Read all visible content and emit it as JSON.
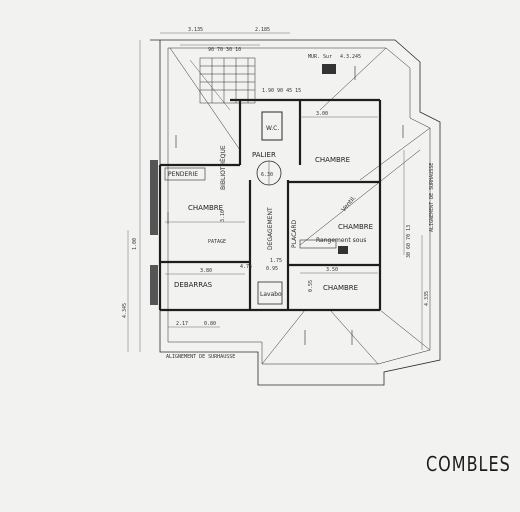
{
  "sheet_title": "COMBLES",
  "rooms": {
    "palier": "PALIER",
    "chambre_nw": "CHAMBRE",
    "chambre_w": "CHAMBRE",
    "chambre_e": "CHAMBRE",
    "chambre_se": "CHAMBRE",
    "debarras": "DEBARRAS",
    "degagement": "DEGAGEMENT",
    "wc": "W.C.",
    "penderie": "PENDERIE",
    "placard": "PLACARD",
    "bibliotheque": "BIBLIOTHÈQUE",
    "rangement_sous": "Rangement sous",
    "lavabo": "Lavabo",
    "ventil": "Ventil."
  },
  "notes": {
    "top_mur": "MUR. Sur",
    "top_right_dim": "4.3.245",
    "alignement_right": "ALIGNEMENT DE SURHAUSSE",
    "alignement_bottom": "ALIGNEMENT DE SURHAUSSE",
    "patage": "PATAGE",
    "rotonde": "6.30"
  },
  "dimensions": {
    "top_left": "3.135",
    "top_mid": "2.185",
    "left_total": "4.345",
    "right_total": "4.335",
    "chambre_nw_w": "3.10",
    "chambre_e_w": "3.00",
    "chambre_se_w": "3.50",
    "debarras_w": "3.80",
    "degag_w": "0.95",
    "bottom_left": "2.17",
    "bottom_small": "0.80",
    "stair_dims": "90 70 30 10",
    "wc_dims": "1.90 90 45 15",
    "right_col": "30 60 70 13",
    "left_small": "1.00",
    "small_a": "1.75",
    "small_b": "4.75",
    "small_c": "0.55"
  }
}
